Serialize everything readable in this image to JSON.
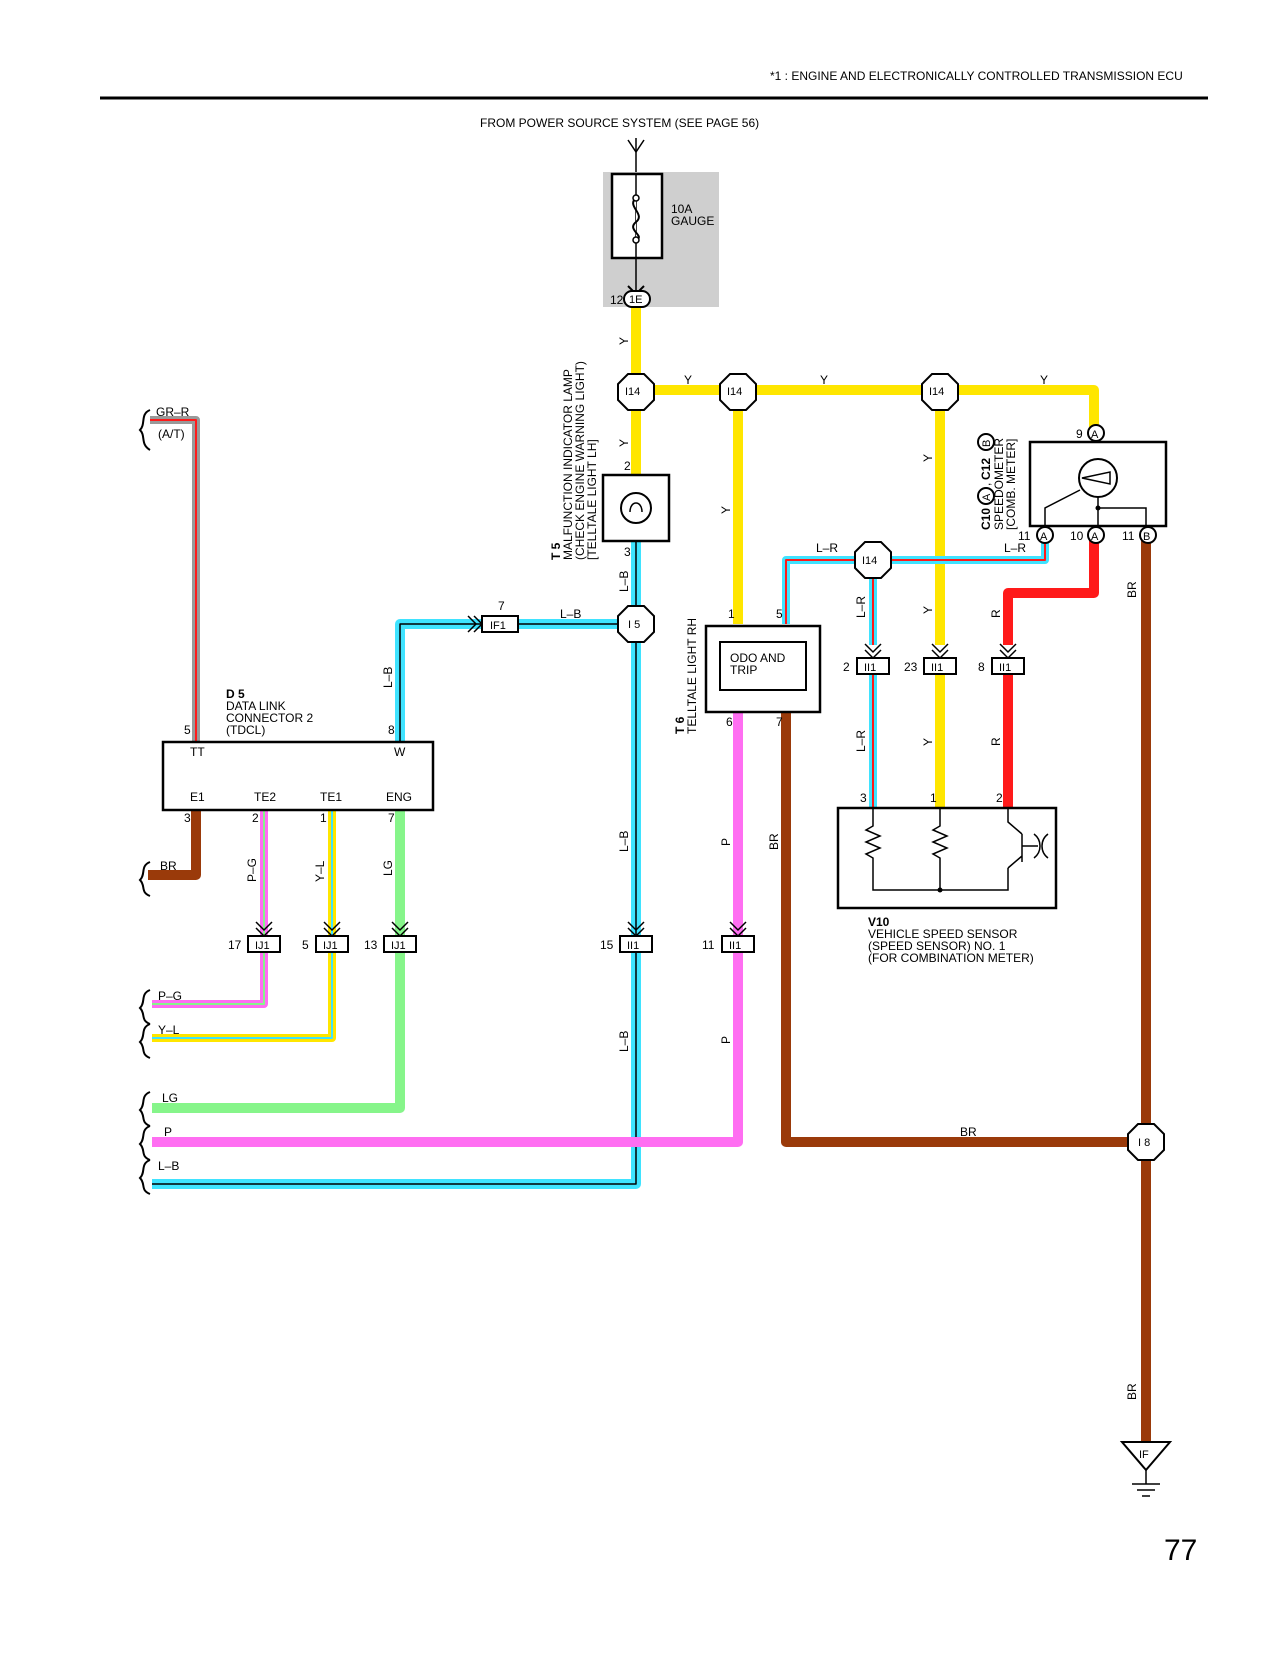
{
  "header": {
    "note": "*1  : ENGINE AND ELECTRONICALLY CONTROLLED TRANSMISSION ECU"
  },
  "power_source": "FROM POWER SOURCE SYSTEM (SEE PAGE 56)",
  "fuse": {
    "amp": "10A",
    "name": "GAUGE",
    "pin": "12",
    "connector": "1E"
  },
  "junctions": {
    "i14": "I14",
    "i5": "I 5",
    "i8": "I 8"
  },
  "connectors": {
    "if1": "IF1",
    "ij1": "IJ1",
    "ii1": "II1"
  },
  "t5": {
    "id": "T 5",
    "line1": "MALFUNCTION INDICATOR LAMP",
    "line2": "(CHECK ENGINE WARNING LIGHT)",
    "line3": "[TELLTALE LIGHT LH]",
    "pin_top": "2",
    "pin_bottom": "3"
  },
  "t6": {
    "id": "T 6",
    "name": "TELLTALE LIGHT RH",
    "inner1": "ODO AND",
    "inner2": "TRIP",
    "pins": [
      "1",
      "5",
      "6",
      "7"
    ]
  },
  "c10": {
    "id": "C10",
    "a": "A",
    "id2": "C12",
    "b": "B",
    "line1": "SPEEDOMETER",
    "line2": "[COMB. METER]",
    "pin9": "9",
    "pin11a": "11",
    "pin10": "10",
    "pin11b": "11"
  },
  "d5": {
    "id": "D 5",
    "line1": "DATA LINK",
    "line2": "CONNECTOR 2",
    "line3": "(TDCL)",
    "tt": "TT",
    "w": "W",
    "e1": "E1",
    "te2": "TE2",
    "te1": "TE1",
    "eng": "ENG",
    "pin5": "5",
    "pin8": "8",
    "pin3": "3",
    "pin2": "2",
    "pin1": "1",
    "pin7": "7"
  },
  "v10": {
    "id": "V10",
    "line1": "VEHICLE SPEED SENSOR",
    "line2": "(SPEED SENSOR) NO. 1",
    "line3": "(FOR COMBINATION METER)",
    "pin3": "3",
    "pin1": "1",
    "pin2": "2"
  },
  "pin_numbers": {
    "if1": "7",
    "ij1_a": "17",
    "ij1_b": "5",
    "ij1_c": "13",
    "ii1_a": "15",
    "ii1_b": "11",
    "ii1_c": "2",
    "ii1_d": "23",
    "ii1_e": "8"
  },
  "wires": {
    "y": "Y",
    "lb": "L–B",
    "lr": "L–R",
    "r": "R",
    "br": "BR",
    "p": "P",
    "lg": "LG",
    "pg": "P–G",
    "yl": "Y–L",
    "grr": "GR–R",
    "at": "(A/T)"
  },
  "ground": "IF",
  "page_number": "77",
  "colors": {
    "yellow": "#ffe600",
    "cyan": "#3fe3ff",
    "pink": "#ff6ef2",
    "green": "#86f58a",
    "brown": "#9a3a0a",
    "red": "#ff1a1a",
    "gray": "#999999",
    "shade": "#cfcfcf"
  }
}
